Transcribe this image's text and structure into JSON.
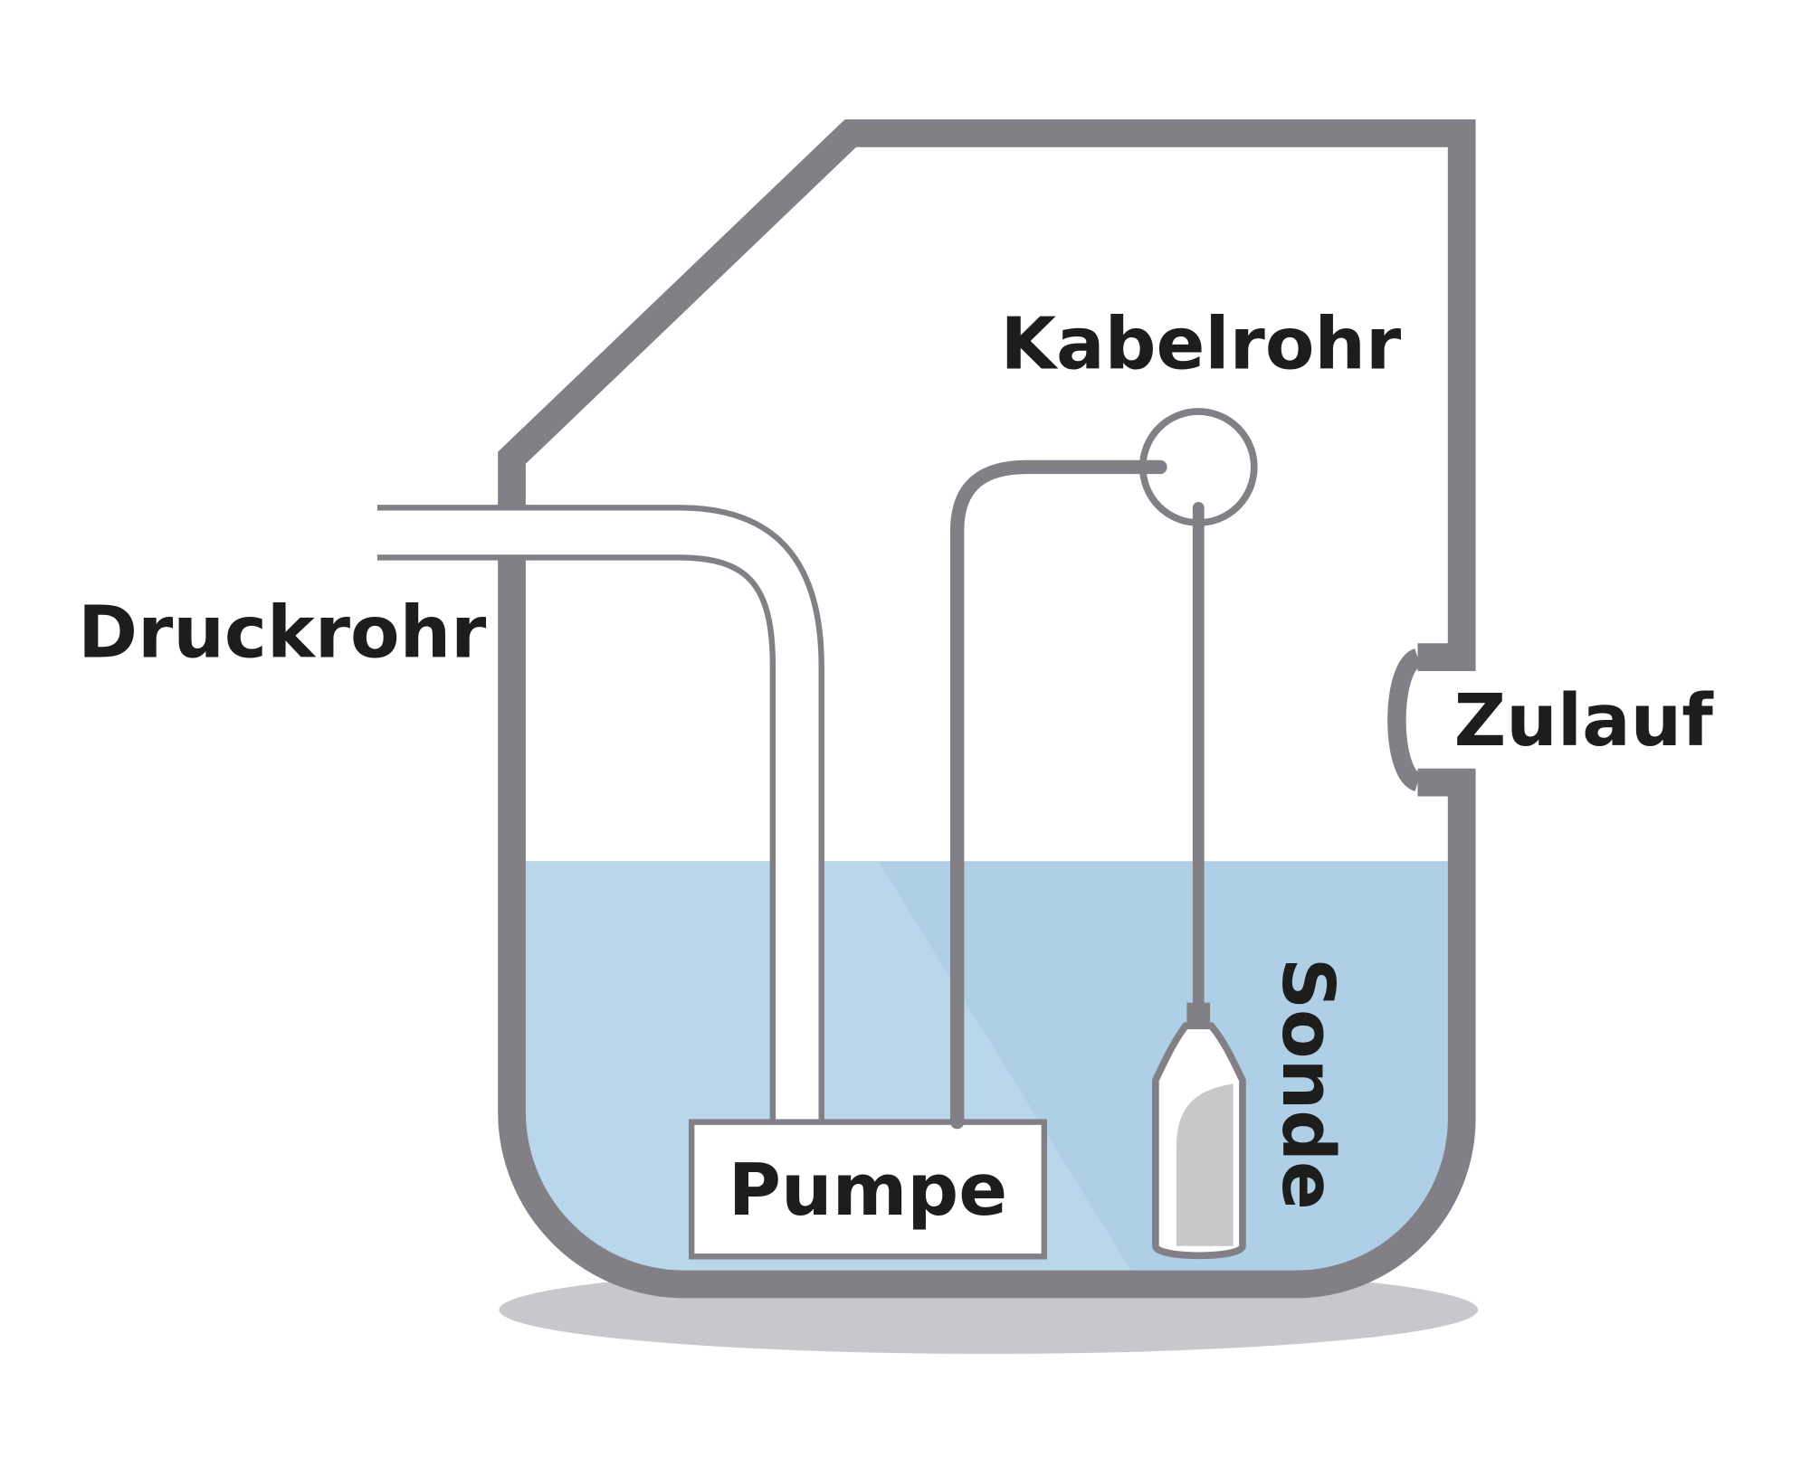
{
  "diagram": {
    "labels": {
      "pressure_pipe": "Druckrohr",
      "cable_pipe": "Kabelrohr",
      "inlet": "Zulauf",
      "pump": "Pumpe",
      "probe": "Sonde"
    },
    "colors": {
      "tank_wall": "#828086",
      "water": "#afcfe6",
      "water_highlight": "#cde1f0",
      "shadow": "#c8c8cc",
      "probe_body": "#c8c8ca",
      "text": "#1d1d1b"
    }
  }
}
